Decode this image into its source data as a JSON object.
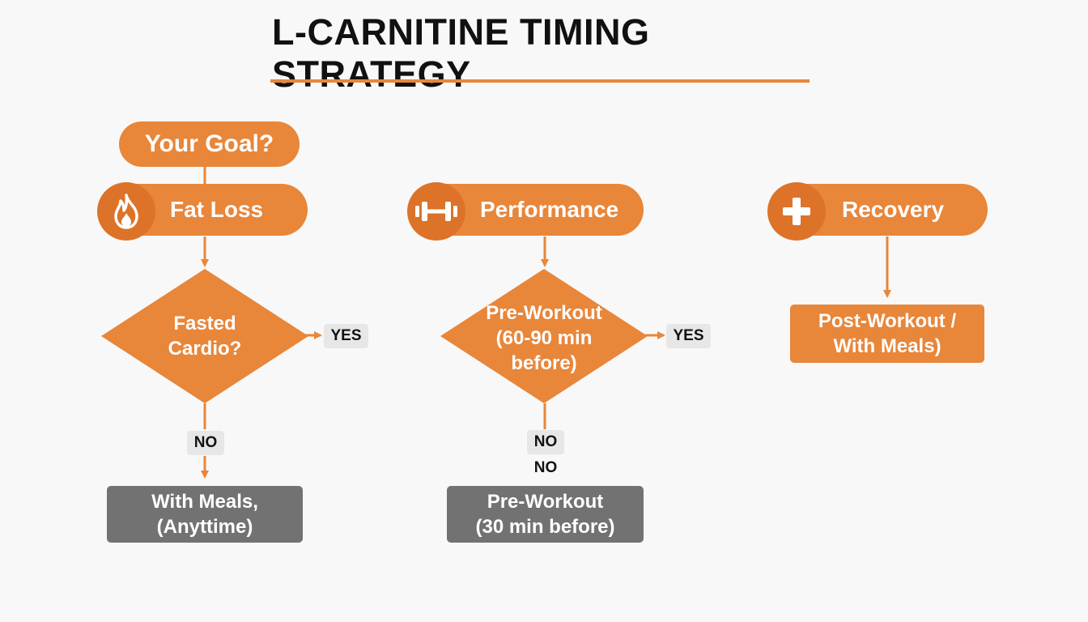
{
  "title": "L-CARNITINE TIMING STRATEGY",
  "start": {
    "label": "Your Goal?"
  },
  "colors": {
    "accent": "#e8863a",
    "accent_dark": "#dc7328",
    "outcome_gray": "#727272",
    "tag_bg": "#e7e7e7"
  },
  "branches": {
    "fat_loss": {
      "label": "Fat Loss",
      "icon": "flame-icon",
      "question": [
        "Fasted",
        "Cardio?"
      ],
      "yes_tag": "YES",
      "no_tag": "NO",
      "outcome": [
        "With Meals,",
        "(Anyttime)"
      ]
    },
    "performance": {
      "label": "Performance",
      "icon": "dumbbell-icon",
      "question": [
        "Pre-Workout",
        "(60-90 min",
        "before)"
      ],
      "yes_tag": "YES",
      "no_tag": "NO",
      "no_tag_extra": "NO",
      "outcome": [
        "Pre-Workout",
        "(30 min before)"
      ]
    },
    "recovery": {
      "label": "Recovery",
      "icon": "plus-icon",
      "outcome": [
        "Post-Workout /",
        "With Meals)"
      ]
    }
  }
}
